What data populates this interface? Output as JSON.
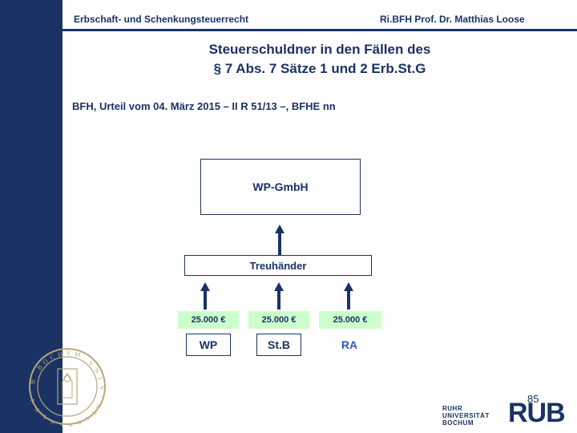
{
  "header": {
    "left": "Erbschaft- und Schenkungsteuerrecht",
    "right": "Ri.BFH Prof. Dr. Matthias Loose"
  },
  "title": {
    "line1": "Steuerschuldner in den Fällen des",
    "line2": "§ 7 Abs. 7 Sätze 1 und 2 Erb.St.G"
  },
  "citation": "BFH, Urteil vom 04. März 2015 – II R 51/13 –, BFHE nn",
  "diagram": {
    "company_box": "WP-GmbH",
    "trustee_box": "Treuhänder",
    "amounts": [
      {
        "label": "25.000 €"
      },
      {
        "label": "25.000 €"
      },
      {
        "label": "25.000 €"
      }
    ],
    "parties": [
      {
        "label": "WP"
      },
      {
        "label": "St.B"
      },
      {
        "label": "RA"
      }
    ]
  },
  "footer": {
    "page_number": "85",
    "logo_lines": [
      "RUHR",
      "UNIVERSITÄT",
      "BOCHUM"
    ],
    "logo_mark": "RUB"
  },
  "colors": {
    "brand_blue": "#1a3264",
    "amount_green": "#ccffcc",
    "accent_light_blue": "#7ea8d8",
    "ra_blue": "#3355bb"
  }
}
